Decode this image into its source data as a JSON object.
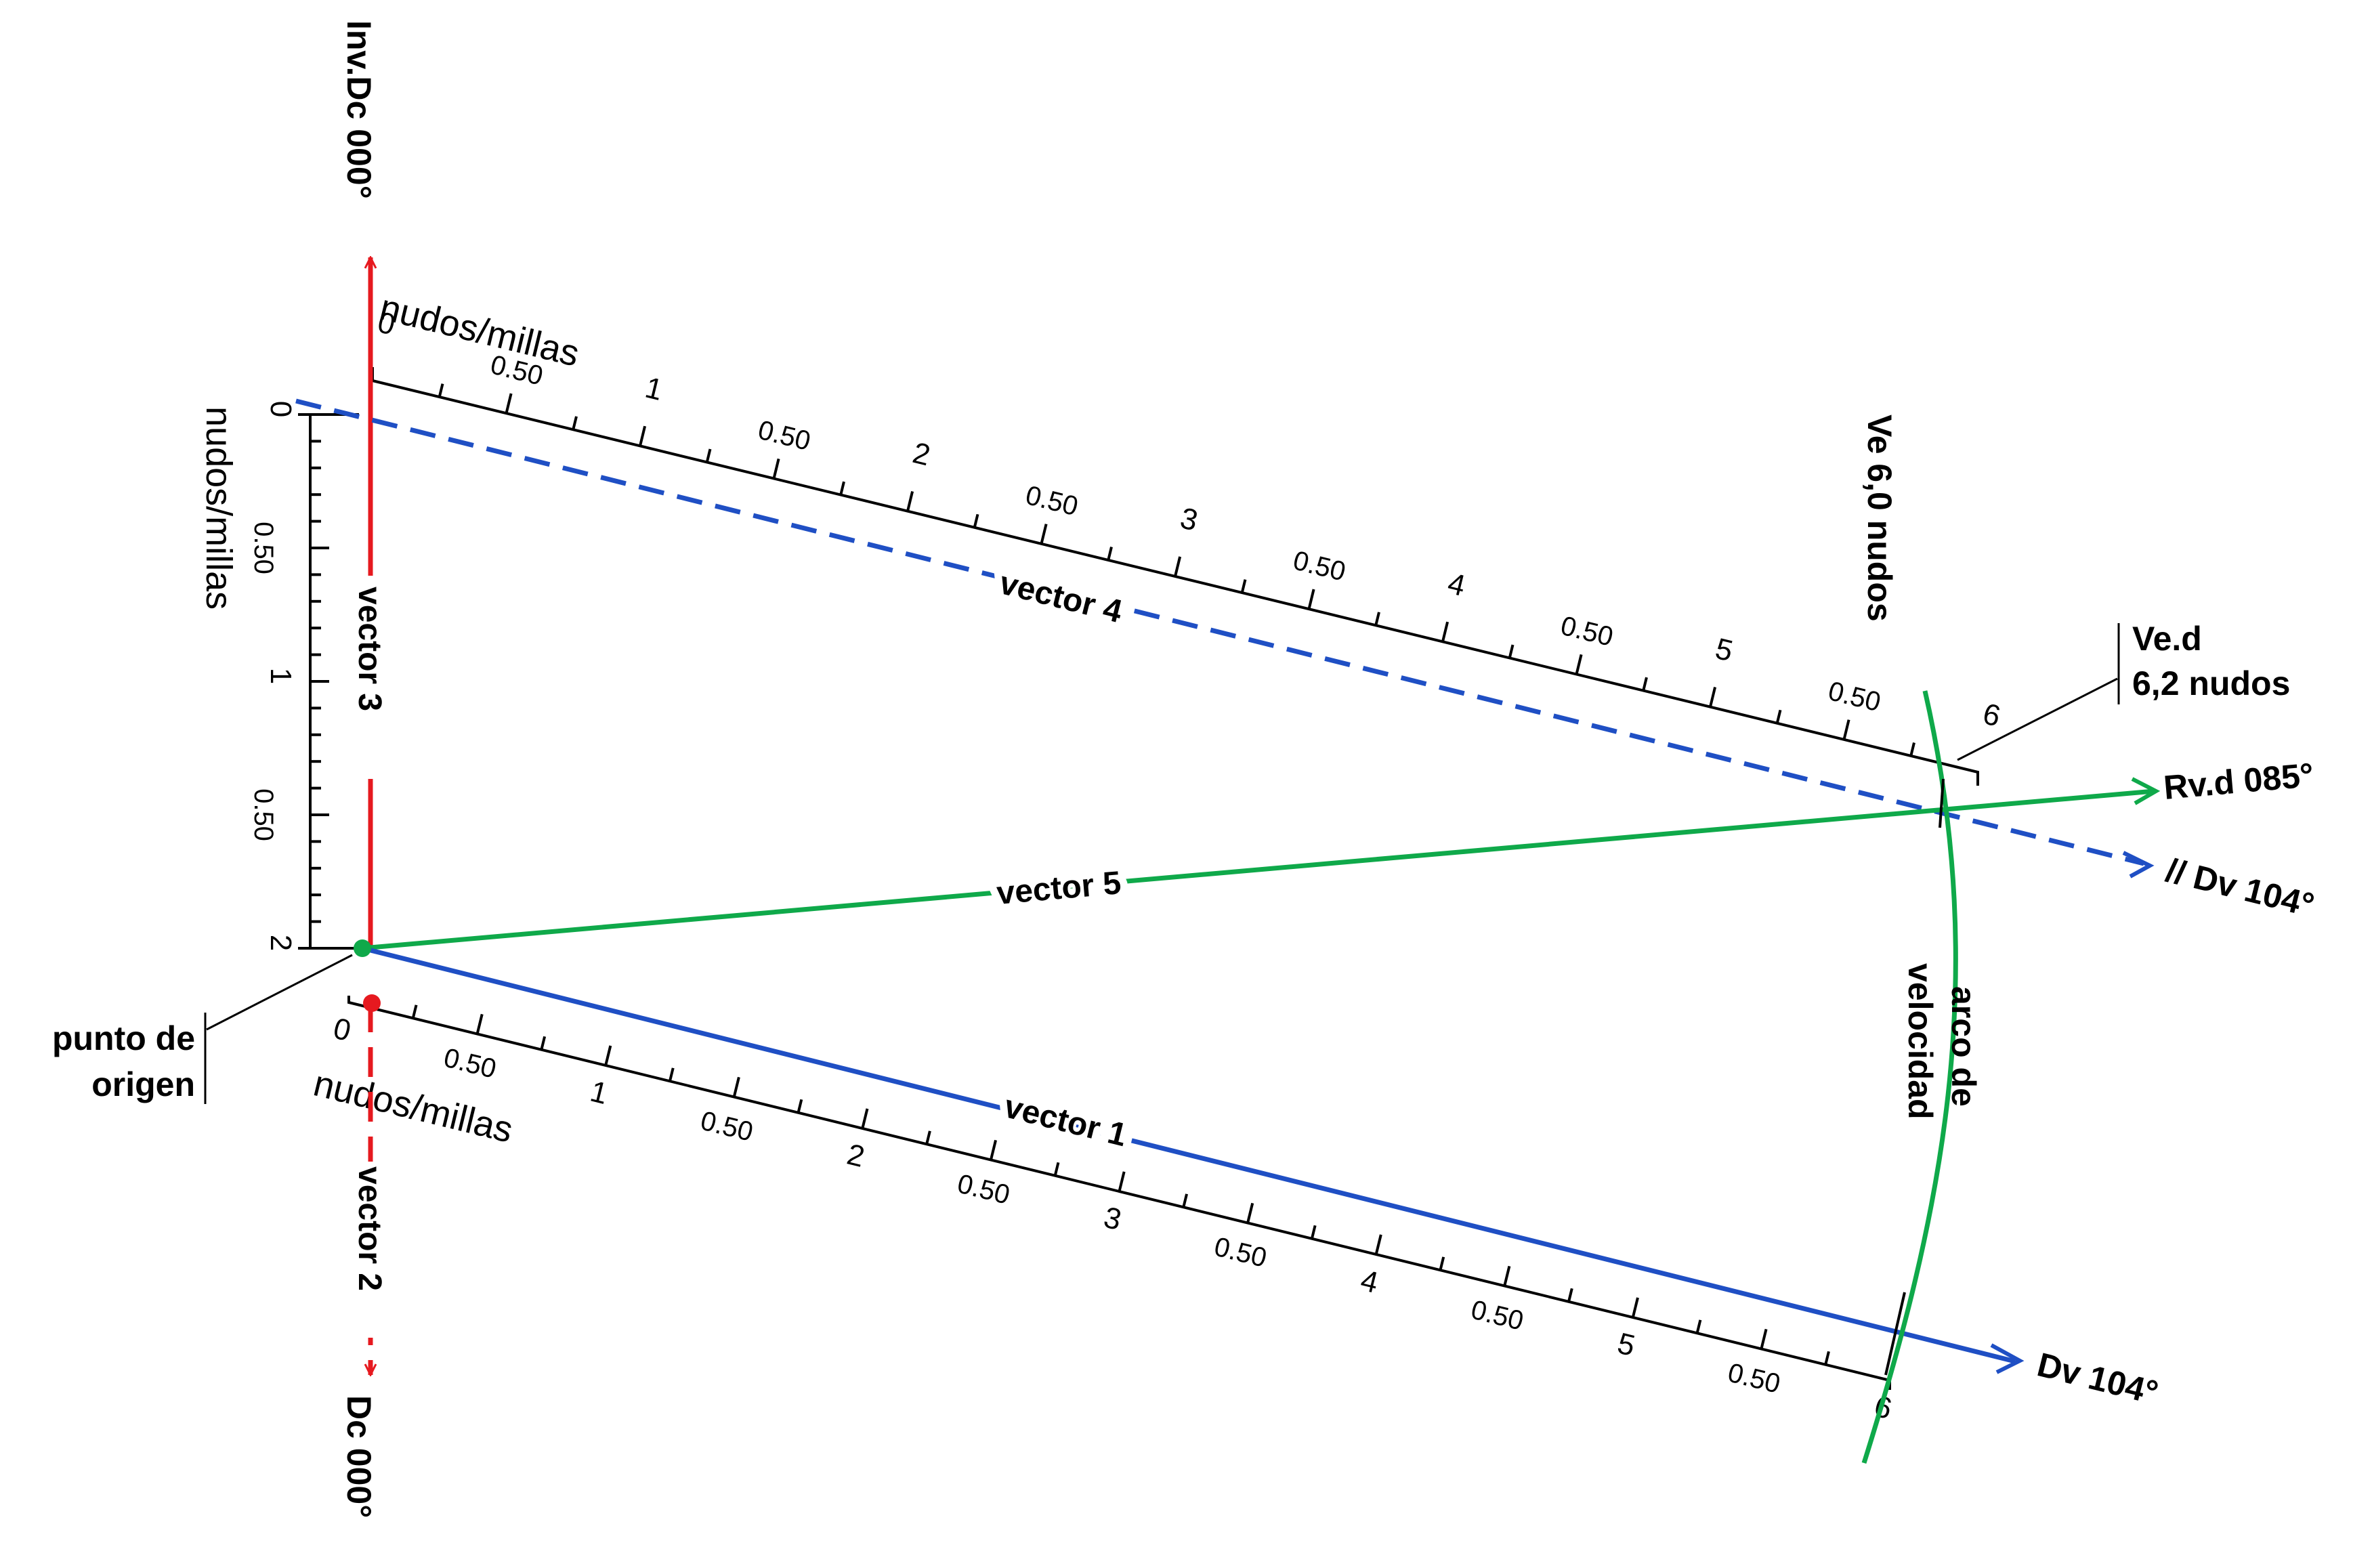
{
  "colors": {
    "red": "#e6191f",
    "blue": "#1f4fc4",
    "green": "#0fa94a",
    "black": "#000000"
  },
  "labels": {
    "inv_dc": "Inv.Dc 000°",
    "dc": "Dc 000°",
    "vector1": "vector 1",
    "vector2": "vector 2",
    "vector3": "vector 3",
    "vector4": "vector 4",
    "vector5": "vector 5",
    "dv": "Dv 104°",
    "par_dv": "// Dv 104°",
    "rvd": "Rv.d 085°",
    "ve": "Ve 6,0 nudos",
    "ved_line1": "Ve.d",
    "ved_line2": "6,2 nudos",
    "arco_line1": "arco de",
    "arco_line2": "velocidad",
    "origen_line1": "punto de",
    "origen_line2": "origen"
  },
  "scales": {
    "unit": "nudos/millas",
    "top_numbers": [
      "0",
      "1",
      "2",
      "3",
      "4",
      "5",
      "6"
    ],
    "bottom_numbers": [
      "0",
      "1",
      "2",
      "3",
      "4",
      "5",
      "6"
    ],
    "left_numbers": [
      "0",
      "1",
      "2"
    ],
    "half_label": "0.50"
  }
}
